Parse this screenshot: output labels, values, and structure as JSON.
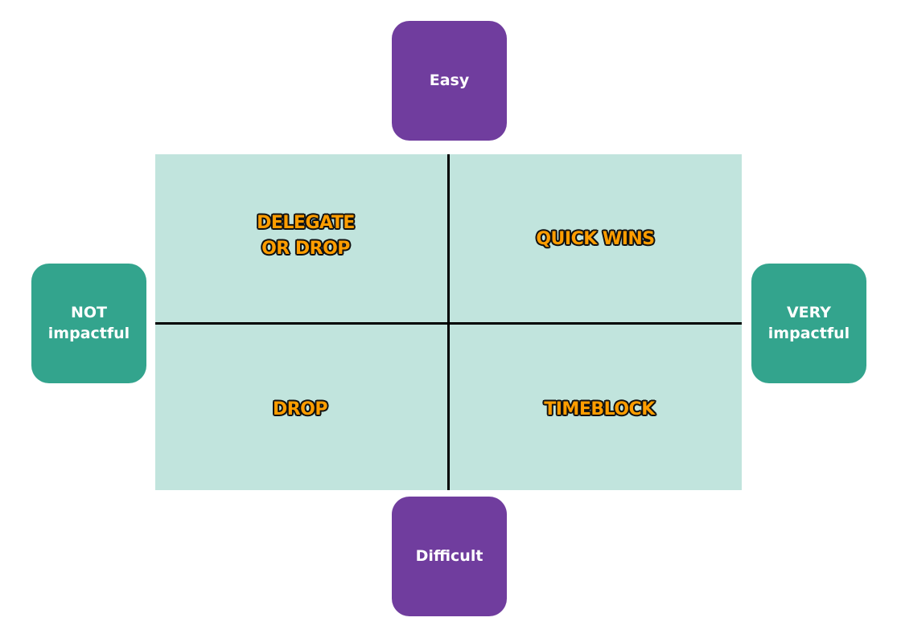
{
  "axis": {
    "top": "Easy",
    "bottom": "Difficult",
    "left": "NOT\nimpactful",
    "right": "VERY\nimpactful"
  },
  "quadrants": {
    "top_left": "DELEGATE\nOR DROP",
    "top_right": "QUICK WINS",
    "bottom_left": "DROP",
    "bottom_right": "TIMEBLOCK"
  },
  "colors": {
    "grid_background": "#c1e4dd",
    "vertical_axis_boxes": "#703d9e",
    "horizontal_axis_boxes": "#33a48d",
    "quadrant_label_fill": "#ff9d00",
    "quadrant_label_outline": "#111111",
    "divider": "#000000"
  }
}
